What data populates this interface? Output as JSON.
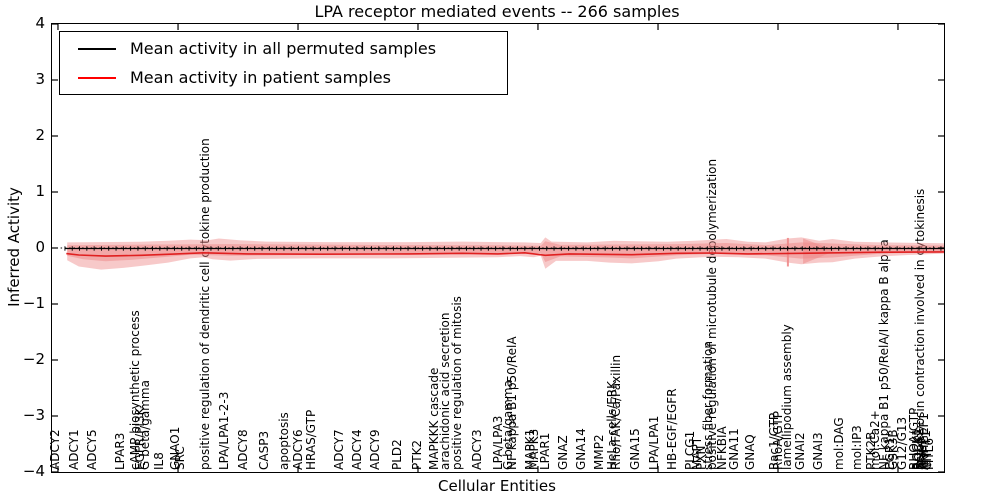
{
  "title": "LPA receptor mediated events -- 266 samples",
  "ylabel": "Inferred Activity",
  "xlabel": "Cellular Entities",
  "legend": {
    "items": [
      {
        "label": "Mean activity in all permuted samples",
        "color": "#000000"
      },
      {
        "label": "Mean activity in patient samples",
        "color": "#ff0000"
      }
    ]
  },
  "chart_data": {
    "type": "line",
    "title": "LPA receptor mediated events -- 266 samples",
    "xlabel": "Cellular Entities",
    "ylabel": "Inferred Activity",
    "ylim": [
      -4,
      4
    ],
    "yticks": [
      "4",
      "3",
      "2",
      "1",
      "0",
      "−1",
      "−2",
      "−3",
      "−4"
    ],
    "ytick_values": [
      4,
      3,
      2,
      1,
      0,
      -1,
      -2,
      -3,
      -4
    ],
    "x_major_ticks": [
      0.0067,
      0.1413,
      0.2758,
      0.4103,
      0.5448,
      0.6794,
      0.8139,
      0.9484
    ],
    "grid": false,
    "legend_position": "upper left",
    "band_color": "#ee8888",
    "patient_color": "#e02020",
    "permuted_color": "#000000",
    "series": [
      {
        "name": "Mean activity in all permuted samples",
        "approx_value": 0.0
      },
      {
        "name": "Mean activity in patient samples",
        "approx_value": -0.1
      }
    ],
    "permuted_line": {
      "value": 0.0,
      "x_start": 0.014,
      "x_end": 1.0
    },
    "patient_line": [
      [
        0.016,
        -0.1
      ],
      [
        0.03,
        -0.125
      ],
      [
        0.06,
        -0.145
      ],
      [
        0.1,
        -0.13
      ],
      [
        0.14,
        -0.105
      ],
      [
        0.17,
        -0.085
      ],
      [
        0.22,
        -0.105
      ],
      [
        0.3,
        -0.11
      ],
      [
        0.4,
        -0.105
      ],
      [
        0.46,
        -0.095
      ],
      [
        0.5,
        -0.105
      ],
      [
        0.53,
        -0.085
      ],
      [
        0.553,
        -0.13
      ],
      [
        0.58,
        -0.105
      ],
      [
        0.65,
        -0.12
      ],
      [
        0.7,
        -0.095
      ],
      [
        0.74,
        -0.09
      ],
      [
        0.78,
        -0.105
      ],
      [
        0.84,
        -0.095
      ],
      [
        0.88,
        -0.085
      ],
      [
        0.93,
        -0.075
      ],
      [
        1.0,
        -0.07
      ]
    ],
    "band_top": [
      [
        0.017,
        0.1
      ],
      [
        0.05,
        0.105
      ],
      [
        0.1,
        0.11
      ],
      [
        0.13,
        0.13
      ],
      [
        0.155,
        0.15
      ],
      [
        0.175,
        0.14
      ],
      [
        0.187,
        0.17
      ],
      [
        0.21,
        0.14
      ],
      [
        0.24,
        0.115
      ],
      [
        0.31,
        0.105
      ],
      [
        0.4,
        0.105
      ],
      [
        0.46,
        0.115
      ],
      [
        0.5,
        0.105
      ],
      [
        0.53,
        0.1
      ],
      [
        0.548,
        0.09
      ],
      [
        0.553,
        0.19
      ],
      [
        0.56,
        0.115
      ],
      [
        0.6,
        0.1
      ],
      [
        0.63,
        0.13
      ],
      [
        0.655,
        0.12
      ],
      [
        0.69,
        0.11
      ],
      [
        0.72,
        0.13
      ],
      [
        0.756,
        0.16
      ],
      [
        0.78,
        0.11
      ],
      [
        0.8,
        0.1
      ],
      [
        0.825,
        0.17
      ],
      [
        0.84,
        0.19
      ],
      [
        0.86,
        0.13
      ],
      [
        0.875,
        0.16
      ],
      [
        0.9,
        0.11
      ],
      [
        0.93,
        0.1
      ],
      [
        0.96,
        0.095
      ],
      [
        1.0,
        0.085
      ]
    ],
    "band_bottom": [
      [
        0.017,
        -0.22
      ],
      [
        0.03,
        -0.33
      ],
      [
        0.055,
        -0.385
      ],
      [
        0.08,
        -0.355
      ],
      [
        0.105,
        -0.31
      ],
      [
        0.13,
        -0.26
      ],
      [
        0.155,
        -0.185
      ],
      [
        0.17,
        -0.165
      ],
      [
        0.18,
        -0.2
      ],
      [
        0.2,
        -0.225
      ],
      [
        0.23,
        -0.195
      ],
      [
        0.3,
        -0.185
      ],
      [
        0.38,
        -0.185
      ],
      [
        0.45,
        -0.175
      ],
      [
        0.5,
        -0.165
      ],
      [
        0.525,
        -0.145
      ],
      [
        0.54,
        -0.165
      ],
      [
        0.548,
        -0.135
      ],
      [
        0.553,
        -0.37
      ],
      [
        0.565,
        -0.23
      ],
      [
        0.6,
        -0.23
      ],
      [
        0.625,
        -0.26
      ],
      [
        0.65,
        -0.275
      ],
      [
        0.68,
        -0.235
      ],
      [
        0.7,
        -0.19
      ],
      [
        0.74,
        -0.155
      ],
      [
        0.77,
        -0.165
      ],
      [
        0.8,
        -0.19
      ],
      [
        0.825,
        -0.26
      ],
      [
        0.84,
        -0.29
      ],
      [
        0.86,
        -0.26
      ],
      [
        0.875,
        -0.255
      ],
      [
        0.9,
        -0.19
      ],
      [
        0.93,
        -0.15
      ],
      [
        0.96,
        -0.125
      ],
      [
        1.0,
        -0.1
      ]
    ],
    "inner_top": [
      [
        0.017,
        0.05
      ],
      [
        0.1,
        0.06
      ],
      [
        0.2,
        0.07
      ],
      [
        0.35,
        0.055
      ],
      [
        0.5,
        0.05
      ],
      [
        0.548,
        0.04
      ],
      [
        0.553,
        0.12
      ],
      [
        0.57,
        0.055
      ],
      [
        0.7,
        0.07
      ],
      [
        0.756,
        0.09
      ],
      [
        0.8,
        0.05
      ],
      [
        0.84,
        0.1
      ],
      [
        0.875,
        0.08
      ],
      [
        0.93,
        0.05
      ],
      [
        1.0,
        0.045
      ]
    ],
    "inner_bottom": [
      [
        0.017,
        -0.14
      ],
      [
        0.035,
        -0.2
      ],
      [
        0.06,
        -0.235
      ],
      [
        0.09,
        -0.21
      ],
      [
        0.12,
        -0.17
      ],
      [
        0.155,
        -0.12
      ],
      [
        0.2,
        -0.14
      ],
      [
        0.3,
        -0.12
      ],
      [
        0.4,
        -0.115
      ],
      [
        0.5,
        -0.105
      ],
      [
        0.548,
        -0.09
      ],
      [
        0.553,
        -0.25
      ],
      [
        0.57,
        -0.15
      ],
      [
        0.625,
        -0.17
      ],
      [
        0.65,
        -0.185
      ],
      [
        0.7,
        -0.13
      ],
      [
        0.74,
        -0.105
      ],
      [
        0.8,
        -0.13
      ],
      [
        0.84,
        -0.19
      ],
      [
        0.875,
        -0.17
      ],
      [
        0.93,
        -0.1
      ],
      [
        1.0,
        -0.075
      ]
    ],
    "spike": {
      "x": 0.825,
      "y_top": 0.18,
      "y_bottom": -0.33
    },
    "arrow": {
      "points": [
        [
          0.842,
          0.17
        ],
        [
          0.842,
          -0.28
        ],
        [
          0.878,
          -0.05
        ]
      ]
    },
    "entities": [
      {
        "label": "ADCY2",
        "x": 0.019
      },
      {
        "label": "ADCY1",
        "x": 0.04
      },
      {
        "label": "ADCY5",
        "x": 0.061
      },
      {
        "label": "LPAR3",
        "x": 0.092
      },
      {
        "label": "cAMP biosynthetic process",
        "x": 0.109
      },
      {
        "label": "EGFR/PI3K",
        "x": 0.114
      },
      {
        "label": "G beta/gamma",
        "x": 0.12
      },
      {
        "label": "IL8",
        "x": 0.136
      },
      {
        "label": "GNAO1",
        "x": 0.154
      },
      {
        "label": "SRC",
        "x": 0.159
      },
      {
        "label": "positive regulation of dendritic cell cytokine production",
        "x": 0.187
      },
      {
        "label": "LPA/LPA1-2-3",
        "x": 0.209
      },
      {
        "label": "ADCY8",
        "x": 0.23
      },
      {
        "label": "CASP3",
        "x": 0.253
      },
      {
        "label": "apoptosis",
        "x": 0.276
      },
      {
        "label": "ADCY6",
        "x": 0.291
      },
      {
        "label": "HRAS/GTP",
        "x": 0.306
      },
      {
        "label": "ADCY7",
        "x": 0.337
      },
      {
        "label": "ADCY4",
        "x": 0.358
      },
      {
        "label": "ADCY9",
        "x": 0.378
      },
      {
        "label": "PLD2",
        "x": 0.402
      },
      {
        "label": "PTK2",
        "x": 0.425
      },
      {
        "label": "MAPKKK cascade",
        "x": 0.444
      },
      {
        "label": "arachidonic acid secretion",
        "x": 0.456
      },
      {
        "label": "positive regulation of mitosis",
        "x": 0.47
      },
      {
        "label": "ADCY3",
        "x": 0.492
      },
      {
        "label": "LPA/LPA3",
        "x": 0.516
      },
      {
        "label": "G beta/gamma",
        "x": 0.527
      },
      {
        "label": "NF kappa B1 p50/RelA",
        "x": 0.531
      },
      {
        "label": "MAPK1",
        "x": 0.552
      },
      {
        "label": "MAPK3",
        "x": 0.556
      },
      {
        "label": "LPAR1",
        "x": 0.568
      },
      {
        "label": "GNAZ",
        "x": 0.589
      },
      {
        "label": "GNA14",
        "x": 0.609
      },
      {
        "label": "MMP2",
        "x": 0.629
      },
      {
        "label": "HeLa cells/ERK",
        "x": 0.644
      },
      {
        "label": "Rho/FAK/Ca/Paxillin",
        "x": 0.648
      },
      {
        "label": "GNA15",
        "x": 0.669
      },
      {
        "label": "LPA/LPA1",
        "x": 0.691
      },
      {
        "label": "HB-EGF/EGFR",
        "x": 0.711
      },
      {
        "label": "PLCG1",
        "x": 0.731
      },
      {
        "label": "MAPT",
        "x": 0.739
      },
      {
        "label": "PXN",
        "x": 0.743
      },
      {
        "label": "stress fiber formation",
        "x": 0.751
      },
      {
        "label": "positive regulation of microtubule depolymerization",
        "x": 0.756
      },
      {
        "label": "NFKBIA",
        "x": 0.767
      },
      {
        "label": "GNA11",
        "x": 0.78
      },
      {
        "label": "GNAQ",
        "x": 0.798
      },
      {
        "label": "Rac1/GTP",
        "x": 0.825
      },
      {
        "label": "RhoA/GTP",
        "x": 0.83
      },
      {
        "label": "lamellipodium assembly",
        "x": 0.84
      },
      {
        "label": "GNAI2",
        "x": 0.854
      },
      {
        "label": "GNAI3",
        "x": 0.874
      },
      {
        "label": "mol:DAG",
        "x": 0.898
      },
      {
        "label": "mol:IP3",
        "x": 0.918
      },
      {
        "label": "PTK2B",
        "x": 0.934
      },
      {
        "label": "mol:Ca2+",
        "x": 0.938
      },
      {
        "label": "NF kappa B1 p50/RelA/I kappa B alpha",
        "x": 0.948
      },
      {
        "label": "EGR1",
        "x": 0.955
      },
      {
        "label": "GSK3B",
        "x": 0.958
      },
      {
        "label": "G12/G13",
        "x": 0.969
      },
      {
        "label": "RHOA/GTP",
        "x": 0.982
      },
      {
        "label": "ROCK1",
        "x": 0.985
      },
      {
        "label": "ROCK2",
        "x": 0.988
      },
      {
        "label": "actomyosin contraction involved in cytokinesis",
        "x": 0.989
      },
      {
        "label": "MYL9",
        "x": 0.991
      },
      {
        "label": "ARHGEF1",
        "x": 0.993
      },
      {
        "label": "MYPT1",
        "x": 0.995
      },
      {
        "label": "CIT",
        "x": 0.997
      },
      {
        "label": "MYL6",
        "x": 0.999
      }
    ]
  }
}
